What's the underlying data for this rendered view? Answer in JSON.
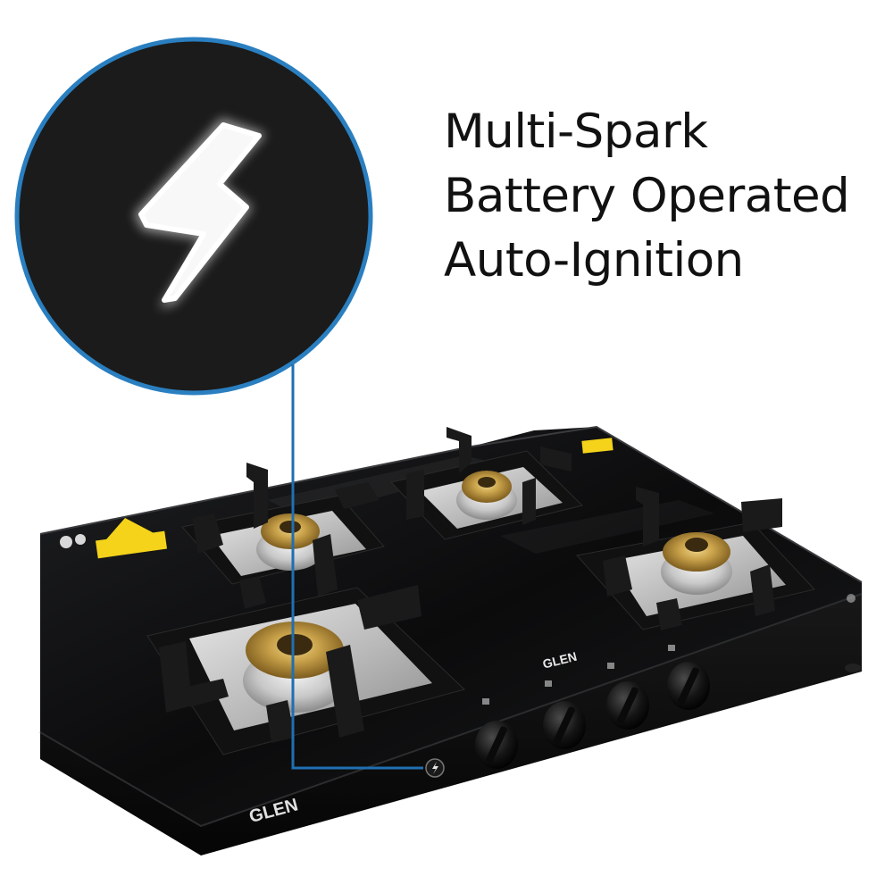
{
  "headline": {
    "line1": "Multi-Spark",
    "line2": "Battery Operated",
    "line3": "Auto-Ignition"
  },
  "product": {
    "brand_front": "GLEN",
    "brand_panel": "GLEN",
    "burner_count": 4,
    "knob_count": 4
  },
  "icons": {
    "callout": "lightning-bolt-icon",
    "ignition_button": "lightning-bolt-icon"
  },
  "colors": {
    "callout_ring": "#2a7fc0",
    "callout_line": "#1f6fb2",
    "glass_top": "#0b0b0c",
    "brass": "#c9a24a",
    "steel": "#c8c8c8"
  }
}
